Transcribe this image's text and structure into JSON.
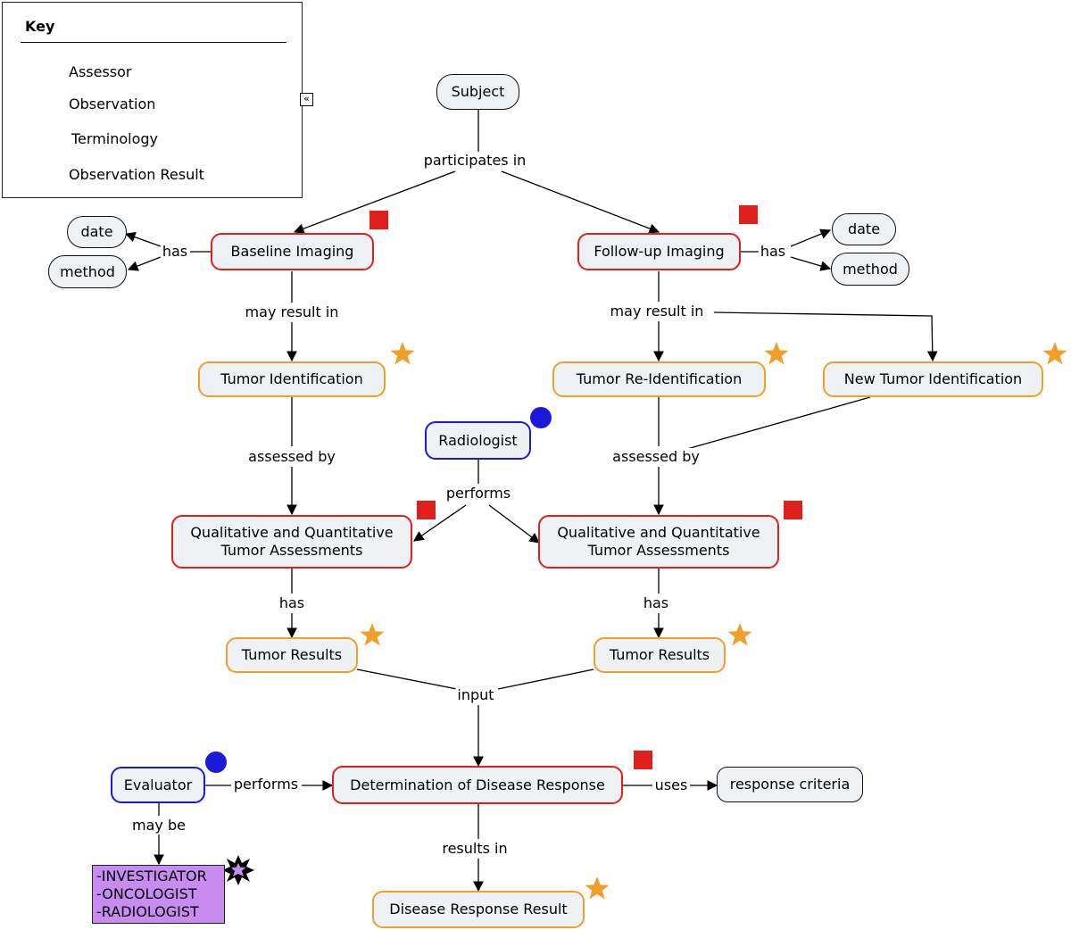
{
  "colors": {
    "assessor": "#1a1ad8",
    "observation": "#e0201c",
    "terminology": "#c88cf0",
    "observation_result": "#f0a02a",
    "node_fill": "#eef2f4"
  },
  "key": {
    "title": "Key",
    "items": [
      {
        "label": "Assessor",
        "icon": "blue-circle-icon"
      },
      {
        "label": "Observation",
        "icon": "red-square-icon"
      },
      {
        "label": "Terminology",
        "icon": "burst-icon"
      },
      {
        "label": "Observation Result",
        "icon": "orange-star-icon"
      }
    ]
  },
  "nodes": {
    "subject": "Subject",
    "baseline_date": "date",
    "baseline_method": "method",
    "baseline_imaging": "Baseline Imaging",
    "followup_imaging": "Follow-up Imaging",
    "followup_date": "date",
    "followup_method": "method",
    "tumor_identification": "Tumor Identification",
    "tumor_reidentification": "Tumor Re-Identification",
    "new_tumor_identification": "New Tumor Identification",
    "radiologist": "Radiologist",
    "assessments_left_line1": "Qualitative and Quantitative",
    "assessments_left_line2": "Tumor Assessments",
    "assessments_right_line1": "Qualitative and Quantitative",
    "assessments_right_line2": "Tumor Assessments",
    "tumor_results_left": "Tumor Results",
    "tumor_results_right": "Tumor Results",
    "evaluator": "Evaluator",
    "determination": "Determination of Disease Response",
    "response_criteria": "response criteria",
    "evaluator_roles": "-INVESTIGATOR\n-ONCOLOGIST\n-RADIOLOGIST",
    "disease_response_result": "Disease Response Result"
  },
  "links": {
    "participates_in": "participates in",
    "baseline_has": "has",
    "followup_has": "has",
    "baseline_may_result_in": "may result in",
    "followup_may_result_in": "may result in",
    "left_assessed_by": "assessed by",
    "right_assessed_by": "assessed by",
    "radiologist_performs": "performs",
    "left_has": "has",
    "right_has": "has",
    "input": "input",
    "evaluator_performs": "performs",
    "uses": "uses",
    "may_be": "may be",
    "results_in": "results in"
  }
}
